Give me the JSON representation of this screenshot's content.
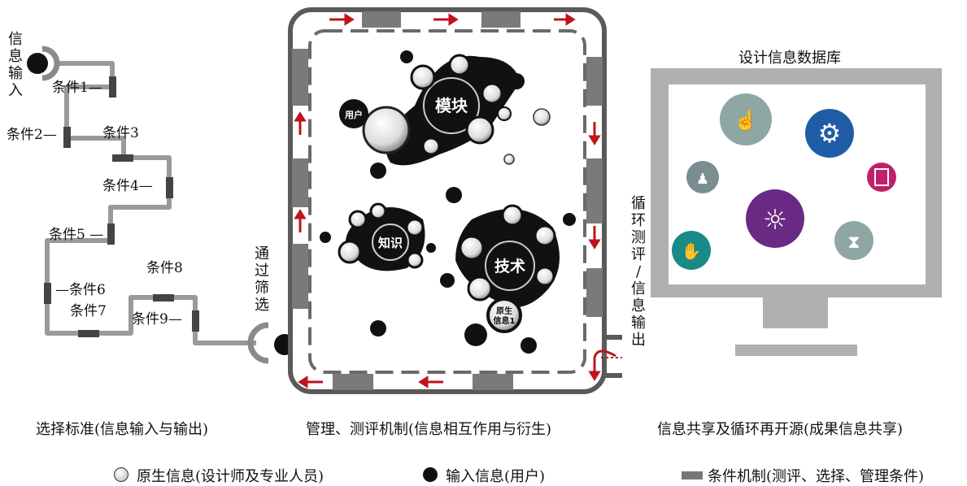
{
  "left": {
    "input_label": [
      "信",
      "息",
      "输",
      "入"
    ],
    "conditions": [
      "条件1",
      "条件2",
      "条件3",
      "条件4",
      "条件5",
      "条件6",
      "条件7",
      "条件8",
      "条件9"
    ],
    "filter_label": [
      "通",
      "过",
      "筛",
      "选"
    ],
    "caption": "选择标准(信息输入与输出)"
  },
  "middle": {
    "clusters": [
      "模块",
      "用户",
      "知识",
      "技术",
      "原生",
      "信息1"
    ],
    "cycle_label": [
      "循",
      "环",
      "测",
      "评",
      "/",
      "信",
      "息",
      "输",
      "出"
    ],
    "caption": "管理、测评机制(信息相互作用与衍生)"
  },
  "right": {
    "title": "设计信息数据库",
    "caption": "信息共享及循环再开源(成果信息共享)",
    "icons": [
      "steps-icon",
      "gear-icon",
      "person-globe-icon",
      "chart-icon",
      "lightbulb-person-icon",
      "handshake-icon",
      "hourglass-icon"
    ]
  },
  "legend": {
    "native": "原生信息(设计师及专业人员)",
    "input": "输入信息(用户)",
    "condition": "条件机制(测评、选择、管理条件)"
  },
  "colors": {
    "arrow": "#c0141c",
    "frame": "#5a5a5a",
    "monitor": "#b0b0b0"
  }
}
